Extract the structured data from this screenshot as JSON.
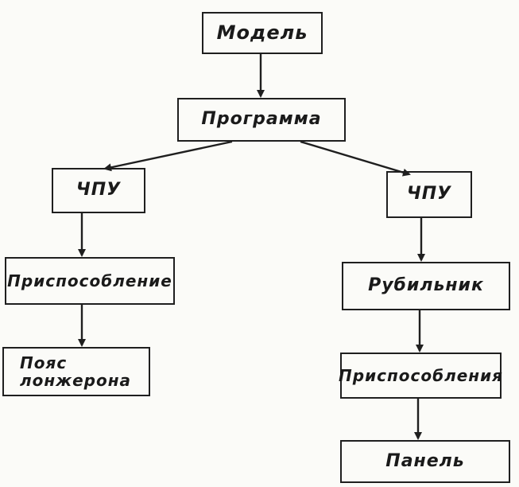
{
  "diagram": {
    "nodes": {
      "model": "Модель",
      "program": "Программа",
      "cnc_left": "ЧПУ",
      "cnc_right": "ЧПУ",
      "fixture_left": "Приспособление",
      "switch": "Рубильник",
      "belt_spar": "Пояс\nлонжерона",
      "fixtures_right": "Приспособления",
      "panel": "Панель"
    },
    "edges": [
      [
        "model",
        "program"
      ],
      [
        "program",
        "cnc_left"
      ],
      [
        "program",
        "cnc_right"
      ],
      [
        "cnc_left",
        "fixture_left"
      ],
      [
        "fixture_left",
        "belt_spar"
      ],
      [
        "cnc_right",
        "switch"
      ],
      [
        "switch",
        "fixtures_right"
      ],
      [
        "fixtures_right",
        "panel"
      ]
    ]
  }
}
